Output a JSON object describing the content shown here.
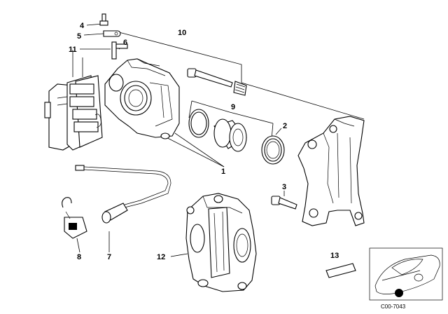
{
  "callouts": {
    "c1": "1",
    "c2": "2",
    "c3": "3",
    "c4": "4",
    "c5": "5",
    "c6": "6",
    "c7": "7",
    "c8": "8",
    "c9": "9",
    "c10": "10",
    "c11": "11",
    "c12": "12",
    "c13": "13"
  },
  "reference_code": "C00-7043"
}
